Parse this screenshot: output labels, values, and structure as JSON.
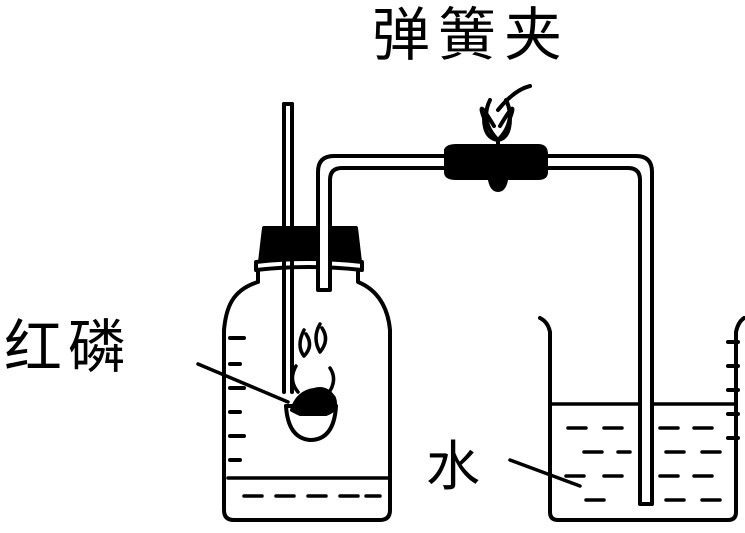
{
  "labels": {
    "spring_clamp": "弹簧夹",
    "red_phosphorus": "红磷",
    "water": "水"
  },
  "colors": {
    "ink": "#000000",
    "paper": "#ffffff"
  }
}
